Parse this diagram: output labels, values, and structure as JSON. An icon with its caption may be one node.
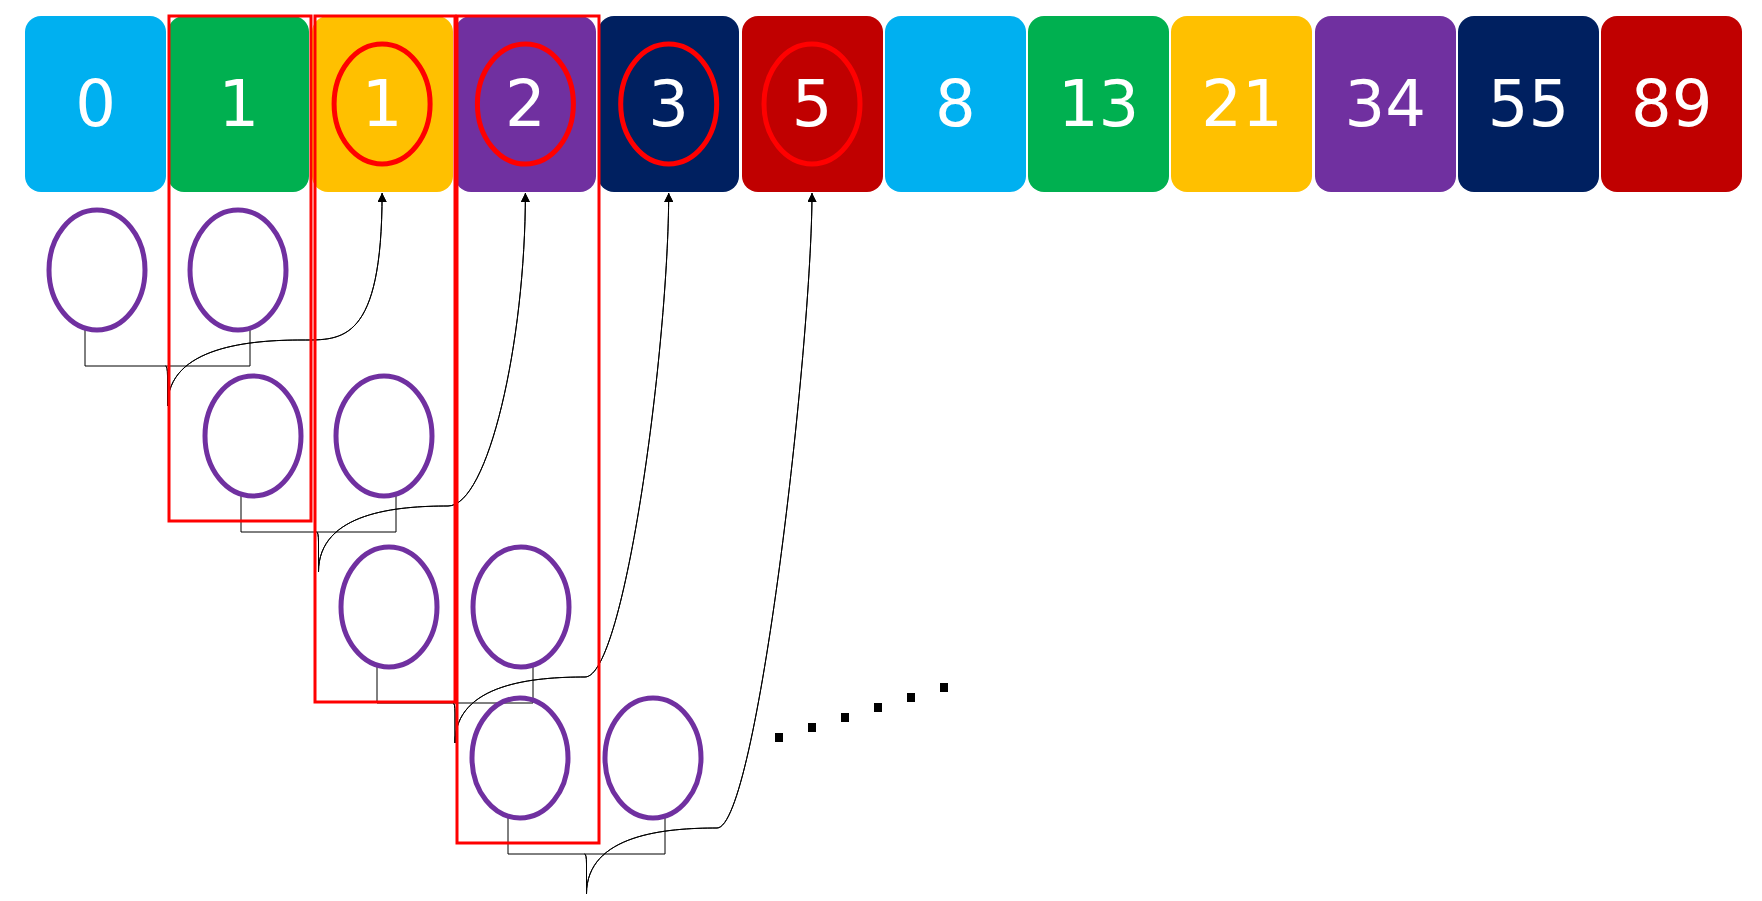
{
  "diagram": {
    "nodes": [
      {
        "text": [
          "0"
        ]
      },
      {
        "text": [
          "1"
        ]
      },
      {
        "text": [
          "1"
        ]
      },
      {
        "text": [
          "2"
        ]
      },
      {
        "text": [
          "3"
        ]
      },
      {
        "text": [
          "5"
        ]
      },
      {
        "text": [
          "8"
        ]
      },
      {
        "text": [
          "13"
        ]
      },
      {
        "text": [
          "21"
        ]
      },
      {
        "text": [
          "34"
        ]
      },
      {
        "text": [
          "55"
        ]
      },
      {
        "text": [
          "89"
        ]
      },
      {
        "text": [],
        "shape": "circle"
      },
      {
        "text": [],
        "shape": "circle"
      },
      {
        "text": [],
        "shape": "circle"
      },
      {
        "text": [],
        "shape": "circle"
      },
      {
        "text": [],
        "shape": "circle"
      },
      {
        "text": [],
        "shape": "circle"
      },
      {
        "text": [],
        "shape": "circle"
      },
      {
        "text": [],
        "shape": "circle"
      }
    ],
    "edges": [
      {
        "from": 12,
        "to": 2,
        "arrow": "to"
      },
      {
        "from": 13,
        "to": 2,
        "arrow": "to"
      },
      {
        "from": 14,
        "to": 3,
        "arrow": "to"
      },
      {
        "from": 15,
        "to": 3,
        "arrow": "to"
      },
      {
        "from": 16,
        "to": 4,
        "arrow": "to"
      },
      {
        "from": 17,
        "to": 4,
        "arrow": "to"
      },
      {
        "from": 18,
        "to": 5,
        "arrow": "to"
      },
      {
        "from": 19,
        "to": 5,
        "arrow": "to"
      }
    ]
  }
}
